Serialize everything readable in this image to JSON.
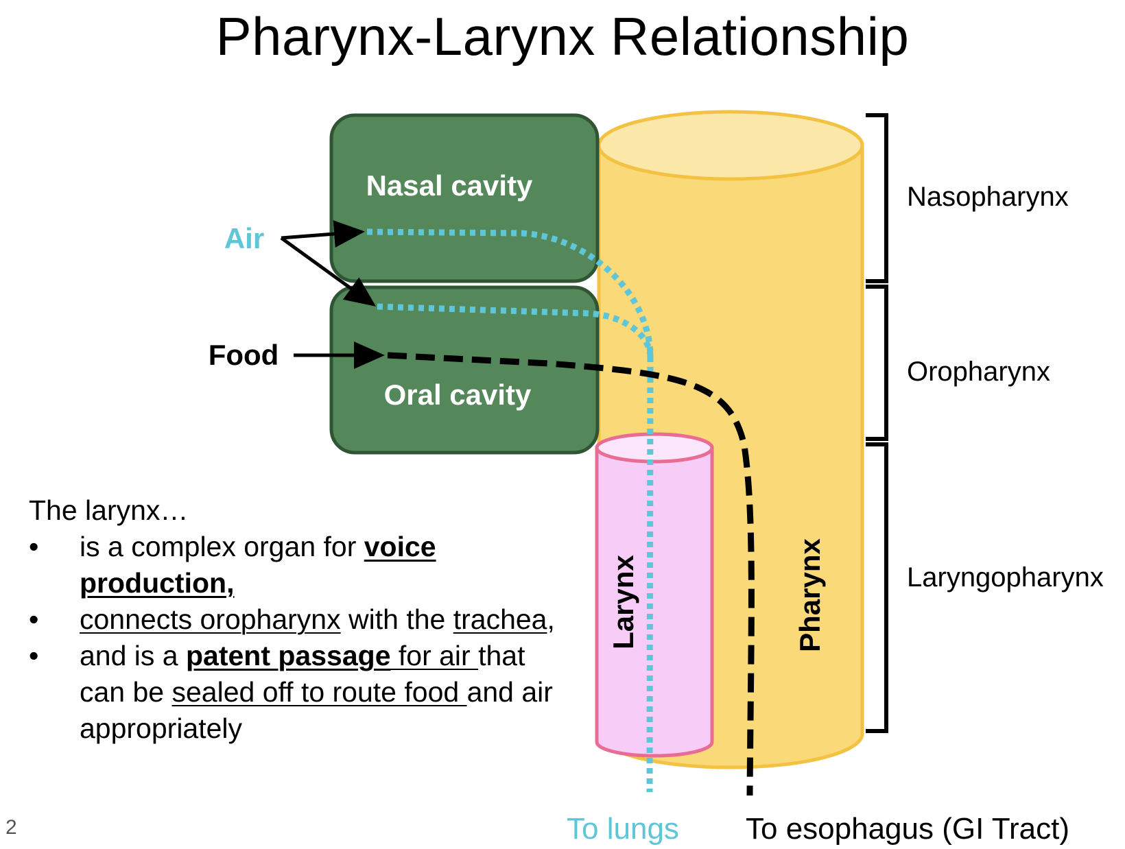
{
  "title": "Pharynx-Larynx Relationship",
  "colors": {
    "nasal_oral_fill": "#548759",
    "nasal_oral_stroke": "#2f5535",
    "pharynx_fill": "#f9d978",
    "pharynx_top": "#fbe7a7",
    "pharynx_stroke": "#f4c242",
    "larynx_fill": "#f7cdf7",
    "larynx_top": "#fbe6fb",
    "larynx_stroke": "#e86c94",
    "air": "#5ec6d6",
    "food": "#000000"
  },
  "diagram": {
    "nasal_cavity": "Nasal cavity",
    "oral_cavity": "Oral cavity",
    "air_label": "Air",
    "food_label": "Food",
    "larynx_label": "Larynx",
    "pharynx_label": "Pharynx",
    "to_lungs": "To lungs",
    "to_esophagus": "To esophagus (GI Tract)"
  },
  "regions": {
    "nasopharynx": "Nasopharynx",
    "oropharynx": "Oropharynx",
    "laryngopharynx": "Laryngopharynx"
  },
  "text_block": {
    "intro": "The larynx…",
    "bullet": "•",
    "b1_a": "is a complex organ for ",
    "b1_b": "voice production,",
    "b2_a": "connects oropharynx",
    "b2_b": " with the ",
    "b2_c": "trachea",
    "b2_d": ",",
    "b3_a": "and is a ",
    "b3_b": "patent passage",
    "b3_c": " for air ",
    "b3_d": "that can be ",
    "b3_e": "sealed off to route food ",
    "b3_f": "and air appropriately"
  },
  "page_number": "2"
}
